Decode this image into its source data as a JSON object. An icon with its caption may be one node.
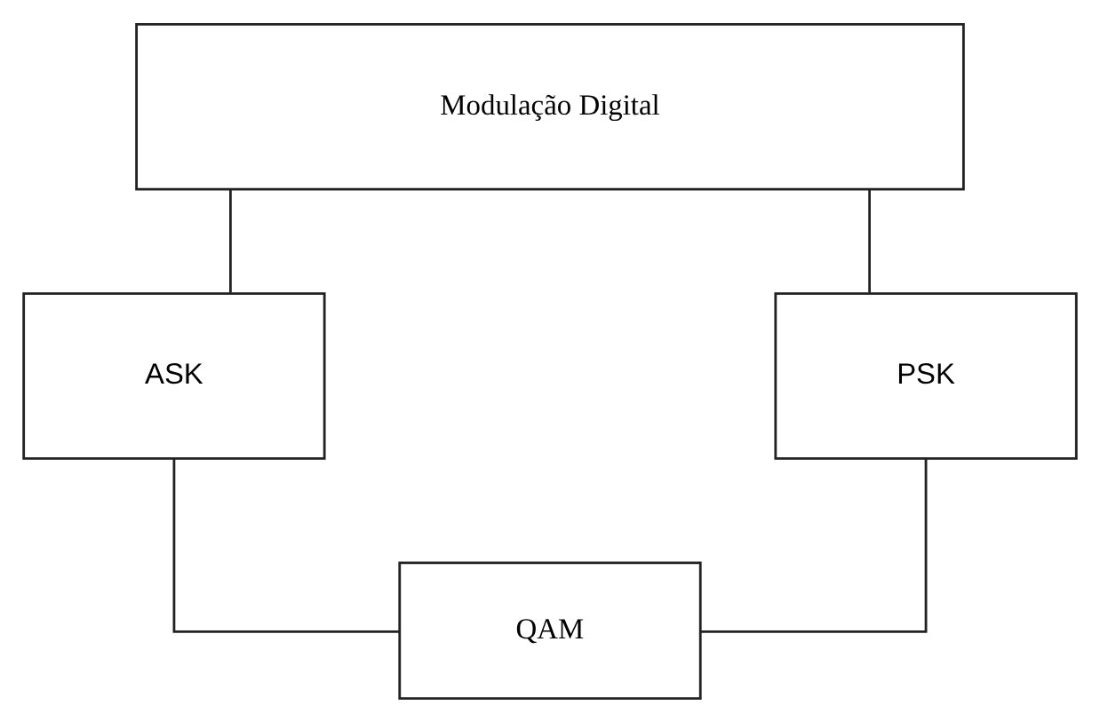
{
  "diagram": {
    "nodes": [
      {
        "text": [
          "Modulação Digital"
        ]
      },
      {
        "text": [
          "ASK"
        ]
      },
      {
        "text": [
          "PSK"
        ]
      },
      {
        "text": [
          "QAM"
        ]
      }
    ],
    "edges": [
      {
        "from": 0,
        "to": 1,
        "arrow": "none"
      },
      {
        "from": 0,
        "to": 2,
        "arrow": "none"
      },
      {
        "from": 1,
        "to": 3,
        "arrow": "none"
      },
      {
        "from": 2,
        "to": 3,
        "arrow": "none"
      }
    ]
  }
}
